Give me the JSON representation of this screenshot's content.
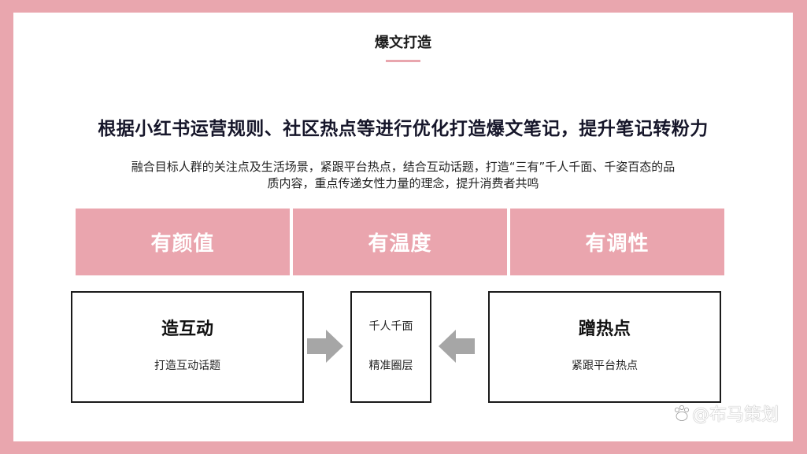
{
  "slide": {
    "title": "爆文打造",
    "headline": "根据小红书运营规则、社区热点等进行优化打造爆文笔记，提升笔记转粉力",
    "description_line1": "融合目标人群的关注点及生活场景，紧跟平台热点，结合互动话题，打造“三有”千人千面、千姿百态的品",
    "description_line2": "质内容，重点传递女性力量的理念，提升消费者共鸣",
    "pillars": [
      {
        "label": "有颜值"
      },
      {
        "label": "有温度"
      },
      {
        "label": "有调性"
      }
    ],
    "boxes": {
      "left": {
        "title": "造互动",
        "subtitle": "打造互动话题"
      },
      "middle": {
        "line1": "千人千面",
        "line2": "精准圈层"
      },
      "right": {
        "title": "蹭热点",
        "subtitle": "紧跟平台热点"
      }
    },
    "arrows": {
      "left_box_to_middle": "arrow-right-icon",
      "right_box_to_middle": "arrow-left-icon"
    },
    "watermark": "@布马策划"
  },
  "colors": {
    "frame": "#e9a6ae",
    "pillar": "#eaa5ae",
    "arrow": "#a6a6a6",
    "text": "#16162a"
  }
}
